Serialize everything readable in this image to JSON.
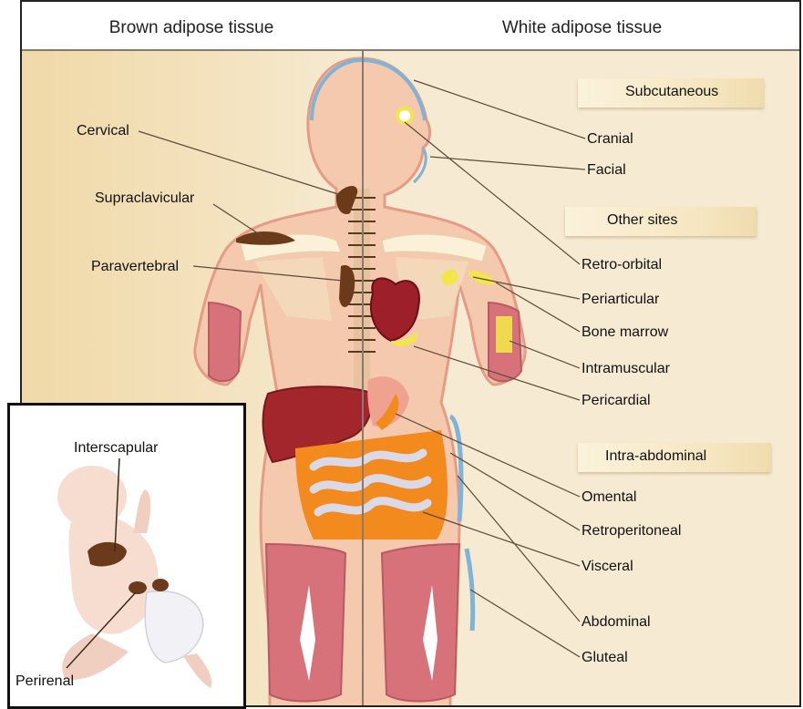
{
  "header": {
    "left_title": "Brown adipose tissue",
    "right_title": "White adipose tissue"
  },
  "brown_labels": {
    "cervical": "Cervical",
    "supraclavicular": "Supraclavicular",
    "paravertebral": "Paravertebral"
  },
  "sections": {
    "subcutaneous": "Subcutaneous",
    "other_sites": "Other sites",
    "intra_abdominal": "Intra-abdominal"
  },
  "white_labels": {
    "cranial": "Cranial",
    "facial": "Facial",
    "retro_orbital": "Retro-orbital",
    "periarticular": "Periarticular",
    "bone_marrow": "Bone marrow",
    "intramuscular": "Intramuscular",
    "pericardial": "Pericardial",
    "omental": "Omental",
    "retroperitoneal": "Retroperitoneal",
    "visceral": "Visceral",
    "abdominal": "Abdominal",
    "gluteal": "Gluteal"
  },
  "inset": {
    "interscapular": "Interscapular",
    "perirenal": "Perirenal"
  },
  "colors": {
    "skin": "#f4c9ad",
    "brown_fat": "#6b3a1a",
    "white_fat": "#f2e64a",
    "subcutaneous_line": "#7fb3d8",
    "intra_abdominal_fat": "#f28a1e",
    "muscle": "#d8727a"
  }
}
